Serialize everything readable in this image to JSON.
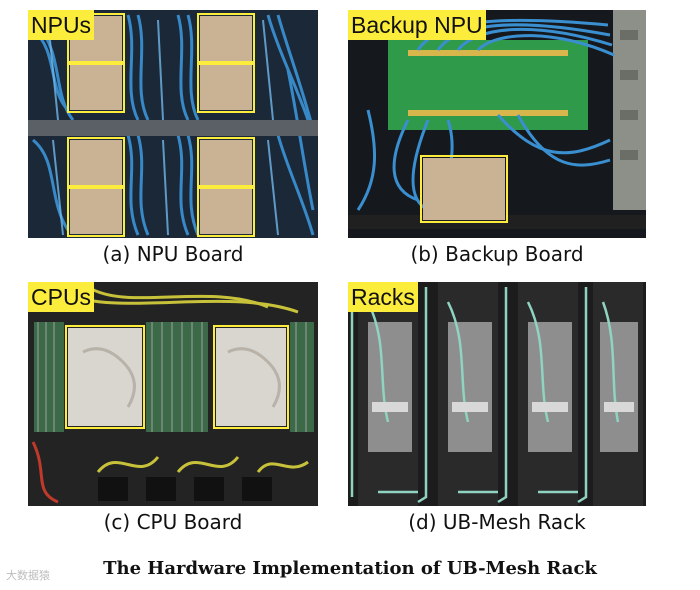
{
  "panels": {
    "a": {
      "tag": "NPUs",
      "caption": "(a) NPU Board"
    },
    "b": {
      "tag": "Backup NPU",
      "caption": "(b) Backup Board"
    },
    "c": {
      "tag": "CPUs",
      "caption": "(c) CPU Board"
    },
    "d": {
      "tag": "Racks",
      "caption": "(d) UB-Mesh Rack"
    }
  },
  "title": "The Hardware Implementation of UB-Mesh Rack",
  "watermark": "大数据猿",
  "colors": {
    "highlight": "#fcec3c",
    "cable_blue": "#3a8fd0",
    "board_green": "#2f9a4a",
    "heatsink": "#c9b394",
    "rack_dark": "#1c1c1c",
    "cable_teal": "#8fd3c0"
  }
}
